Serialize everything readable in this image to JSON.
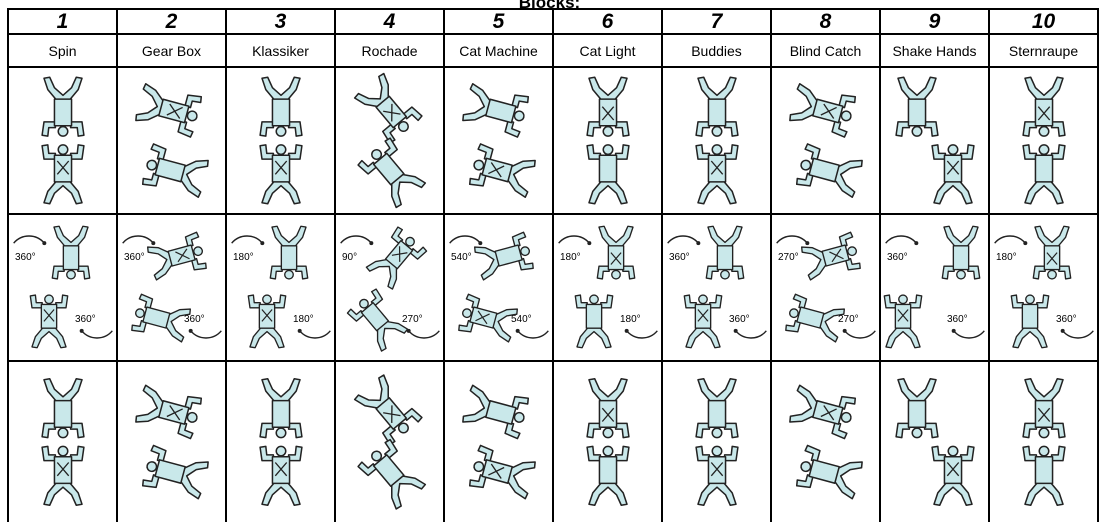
{
  "header": {
    "title": "Blocks:"
  },
  "blocks": [
    {
      "number": "1",
      "name": "Spin",
      "rot_top": "360°",
      "rot_bottom": "360°"
    },
    {
      "number": "2",
      "name": "Gear Box",
      "rot_top": "360°",
      "rot_bottom": "360°"
    },
    {
      "number": "3",
      "name": "Klassiker",
      "rot_top": "180°",
      "rot_bottom": "180°"
    },
    {
      "number": "4",
      "name": "Rochade",
      "rot_top": "90°",
      "rot_bottom": "270°"
    },
    {
      "number": "5",
      "name": "Cat Machine",
      "rot_top": "540°",
      "rot_bottom": "540°"
    },
    {
      "number": "6",
      "name": "Cat Light",
      "rot_top": "180°",
      "rot_bottom": "180°"
    },
    {
      "number": "7",
      "name": "Buddies",
      "rot_top": "360°",
      "rot_bottom": "360°"
    },
    {
      "number": "8",
      "name": "Blind Catch",
      "rot_top": "270°",
      "rot_bottom": "270°"
    },
    {
      "number": "9",
      "name": "Shake Hands",
      "rot_top": "360°",
      "rot_bottom": "360°"
    },
    {
      "number": "10",
      "name": "Sternraupe",
      "rot_top": "180°",
      "rot_bottom": "360°"
    }
  ],
  "colors": {
    "figure_fill": "#c9e8ea",
    "line": "#222222"
  }
}
